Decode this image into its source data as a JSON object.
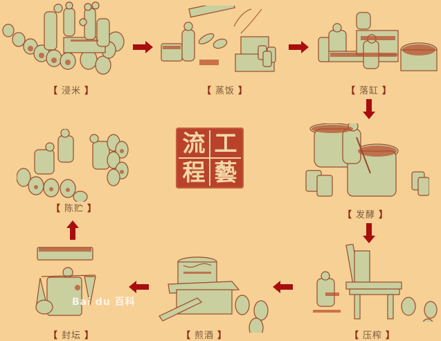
{
  "title": {
    "seal_chars": [
      "工",
      "藝",
      "流",
      "程"
    ],
    "reading": "工藝流程",
    "seal_color": "#b8432a",
    "seal_text_color": "#f2d7a6"
  },
  "colors": {
    "background": "#f6d095",
    "arrow": "#a80e0e",
    "bracket": "#8e2a12",
    "label_text": "#7d5a3c",
    "illustration_fill": "#c9cf9f",
    "illustration_line": "#9a4a2a"
  },
  "steps": [
    {
      "order": 1,
      "label": "浸米",
      "open": "【",
      "close": "】",
      "scene": "workers soaking rice in baskets"
    },
    {
      "order": 2,
      "label": "蒸饭",
      "open": "【",
      "close": "】",
      "scene": "steaming rice over a brick stove"
    },
    {
      "order": 3,
      "label": "落缸",
      "open": "【",
      "close": "】",
      "scene": "workers spreading rice into vats"
    },
    {
      "order": 4,
      "label": "发酵",
      "open": "【",
      "close": "】",
      "scene": "worker stirring fermenting vat"
    },
    {
      "order": 5,
      "label": "压榨",
      "open": "【",
      "close": "】",
      "scene": "wooden wine press"
    },
    {
      "order": 6,
      "label": "煎酒",
      "open": "【",
      "close": "】",
      "scene": "boiling wine over brick stove"
    },
    {
      "order": 7,
      "label": "封坛",
      "open": "【",
      "close": "】",
      "scene": "worker carrying sealed jars on pole"
    },
    {
      "order": 8,
      "label": "陈贮",
      "open": "【",
      "close": "】",
      "scene": "workers storing wine jars"
    }
  ],
  "arrows": [
    {
      "from": "浸米",
      "to": "蒸饭",
      "direction": "right"
    },
    {
      "from": "蒸饭",
      "to": "落缸",
      "direction": "right"
    },
    {
      "from": "落缸",
      "to": "发酵",
      "direction": "down"
    },
    {
      "from": "发酵",
      "to": "压榨",
      "direction": "down"
    },
    {
      "from": "压榨",
      "to": "煎酒",
      "direction": "left"
    },
    {
      "from": "煎酒",
      "to": "封坛",
      "direction": "left"
    },
    {
      "from": "封坛",
      "to": "陈贮",
      "direction": "up"
    }
  ],
  "watermark": "Bai du 百科"
}
